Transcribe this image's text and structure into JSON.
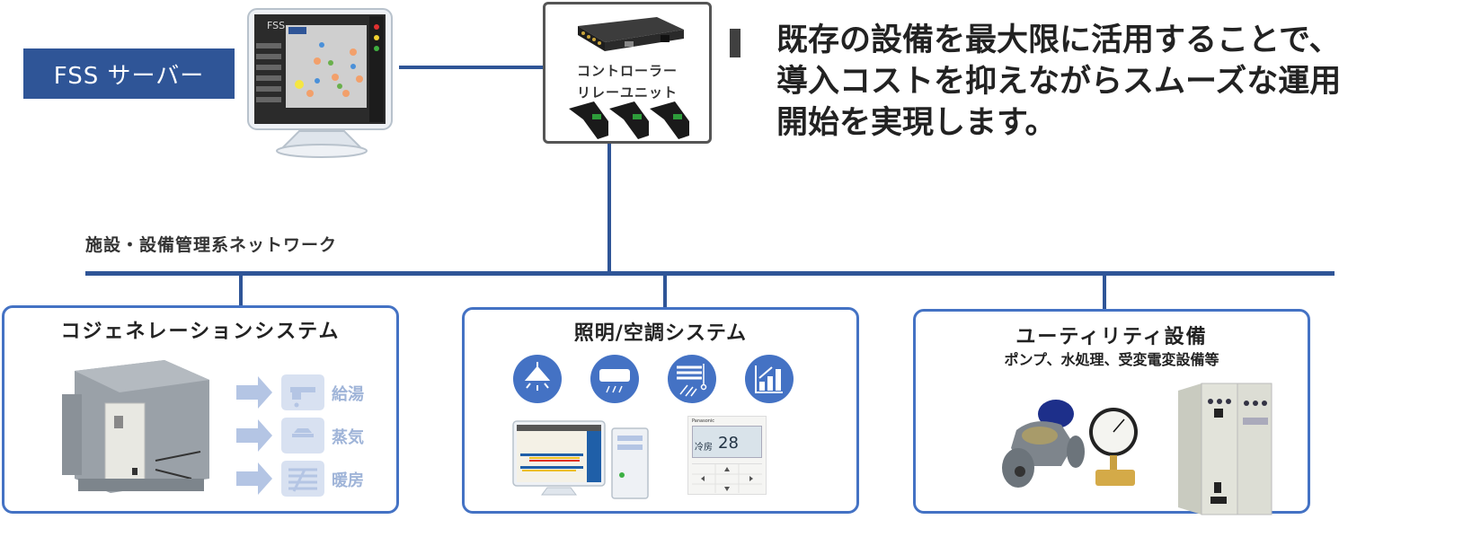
{
  "server": {
    "label": "FSS サーバー",
    "screen_logo": "FSS"
  },
  "controller": {
    "line1": "コントローラー",
    "line2": "リレーユニット"
  },
  "headline": {
    "line1": "既存の設備を最大限に活用することで、",
    "line2": "導入コストを抑えながらスムーズな運用",
    "line3": "開始を実現します。"
  },
  "network": {
    "label": "施設・設備管理系ネットワーク"
  },
  "systems": [
    {
      "title": "コジェネレーションシステム",
      "outputs": [
        {
          "icon": "faucet-icon",
          "label": "給湯"
        },
        {
          "icon": "steam-icon",
          "label": "蒸気"
        },
        {
          "icon": "heating-icon",
          "label": "暖房"
        }
      ]
    },
    {
      "title": "照明/空調システム",
      "icons": [
        "ceiling-light-icon",
        "air-conditioner-icon",
        "blinds-icon",
        "chart-icon"
      ],
      "remote": {
        "brand": "Panasonic",
        "mode": "冷房",
        "temperature": "28"
      }
    },
    {
      "title": "ユーティリティ設備",
      "subtitle": "ポンプ、水処理、受変電変設備等"
    }
  ],
  "colors": {
    "primary_blue": "#2f5597",
    "box_border": "#4472c4",
    "icon_blue": "#4472c4",
    "faded_blue": "#b4c5e4"
  }
}
